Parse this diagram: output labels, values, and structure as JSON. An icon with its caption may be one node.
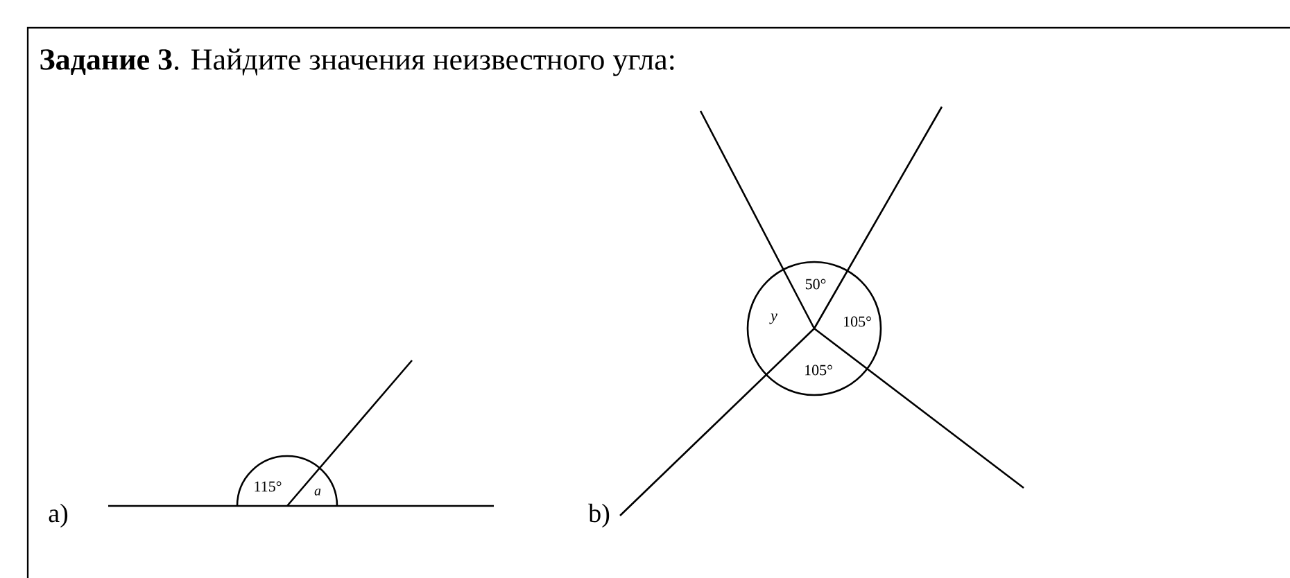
{
  "diagram": {
    "title": "**Задание 3**. Найдите значения неизвестного угла:",
    "labels": [
      "a)",
      "115°",
      "a",
      "b)",
      "50°",
      "y",
      "105°",
      "105°"
    ]
  }
}
